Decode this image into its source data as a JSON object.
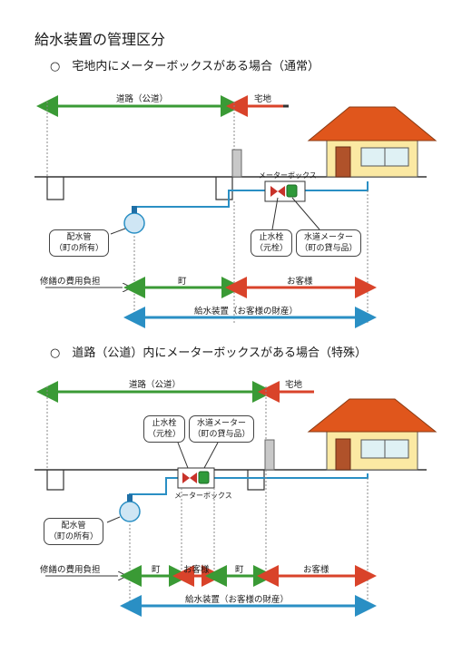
{
  "title": "給水装置の管理区分",
  "sections": [
    {
      "heading": "○　宅地内にメーターボックスがある場合（通常）",
      "road_label": "道路（公道）",
      "lot_label": "宅地",
      "meterbox_label": "メーターボックス",
      "main_pipe_label": [
        "配水管",
        "（町の所有）"
      ],
      "stop_valve_label": [
        "止水栓",
        "（元栓）"
      ],
      "meter_label": [
        "水道メーター",
        "（町の貸与品）"
      ],
      "cost_label": "修繕の費用負担",
      "cost_parts": [
        "町",
        "お客様"
      ],
      "equipment_label": "給水装置（お客様の財産）"
    },
    {
      "heading": "○　道路（公道）内にメーターボックスがある場合（特殊）",
      "road_label": "道路（公道）",
      "lot_label": "宅地",
      "meterbox_label": "メーターボックス",
      "main_pipe_label": [
        "配水管",
        "（町の所有）"
      ],
      "stop_valve_label": [
        "止水栓",
        "（元栓）"
      ],
      "meter_label": [
        "水道メーター",
        "（町の貸与品）"
      ],
      "cost_label": "修繕の費用負担",
      "cost_parts": [
        "町",
        "お客様",
        "町",
        "お客様"
      ],
      "equipment_label": "給水装置（お客様の財産）"
    }
  ],
  "colors": {
    "green": "#3a9a35",
    "red": "#d9432a",
    "blue": "#2a8fc4",
    "roof": "#e0561c",
    "wall": "#fbe9a3",
    "door": "#b0522a",
    "window": "#dff1f4",
    "valve": "#c8322a",
    "meter": "#2f9a3a",
    "pole": "#c8c8c8"
  }
}
